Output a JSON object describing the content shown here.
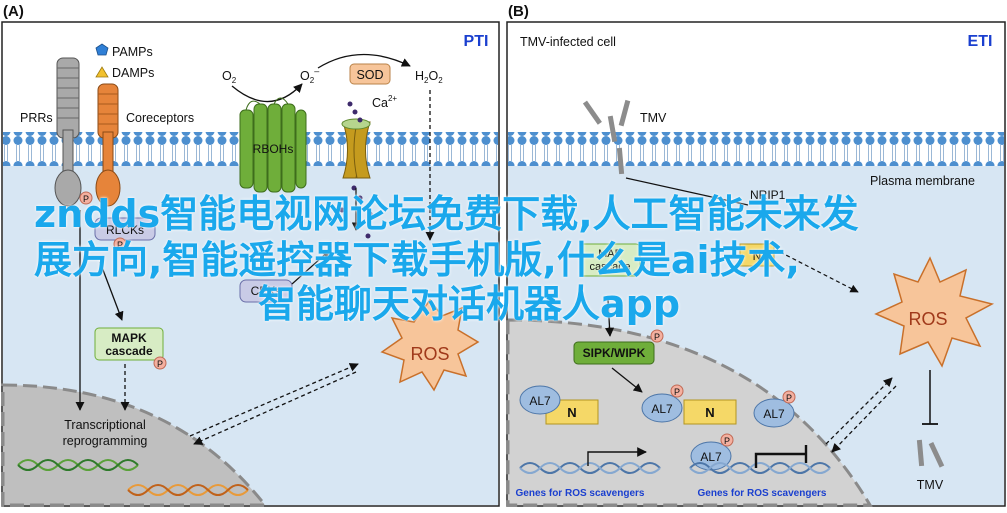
{
  "panel_a": {
    "letter": "(A)",
    "tag": "PTI",
    "legend_pamps": "PAMPs",
    "legend_damps": "DAMPs",
    "prrs": "PRRs",
    "coreceptors": "Coreceptors",
    "o2": "O",
    "o2_sub": "2",
    "o2_minus": "O",
    "o2_minus_sub": "2",
    "o2_minus_sup": "–",
    "sod": "SOD",
    "h2o2": "H",
    "h2o2_sub1": "2",
    "h2o2_mid": "O",
    "h2o2_sub2": "2",
    "ca": "Ca",
    "ca_sup": "2+",
    "rbohs": "RBOHs",
    "rlcks": "RLCKs",
    "cpks": "CPKs",
    "p": "P",
    "mapk_line1": "MAPK",
    "mapk_line2": "cascade",
    "transcriptional_line1": "Transcriptional",
    "transcriptional_line2": "reprogramming",
    "ros": "ROS"
  },
  "panel_b": {
    "letter": "(B)",
    "title": "TMV-infected cell",
    "tag": "ETI",
    "tmv_top": "TMV",
    "nrip1": "NRIP1",
    "plasma_membrane": "Plasma membrane",
    "map_line1": "MAP",
    "map_line2": "cascade",
    "n_small": "N",
    "sipk_wipk": "SIPK/WIPK",
    "al7": "AL7",
    "n": "N",
    "p": "P",
    "genes1": "Genes for ROS scavengers",
    "genes2": "Genes for ROS scavengers",
    "ros": "ROS",
    "tmv_bottom": "TMV"
  },
  "overlay": {
    "line1": "zndds智能电视网论坛免费下载,人工智能未来发",
    "line2": "展方向,智能遥控器下载手机版,什么是ai技术,",
    "line3": "智能聊天对话机器人app"
  },
  "colors": {
    "tag_blue": "#1a3fcf",
    "membrane_blue": "#4d8fcf",
    "cell_blue": "#d7e6f3",
    "rboh_green": "#6fae3a",
    "cascade_green": "#d7ecc4",
    "sipk_green": "#6fae3a",
    "al7_blue": "#9fbde0",
    "n_yellow": "#f5d867",
    "ros_orange": "#f7c59a",
    "overlay_blue": "#1aa8ec"
  }
}
